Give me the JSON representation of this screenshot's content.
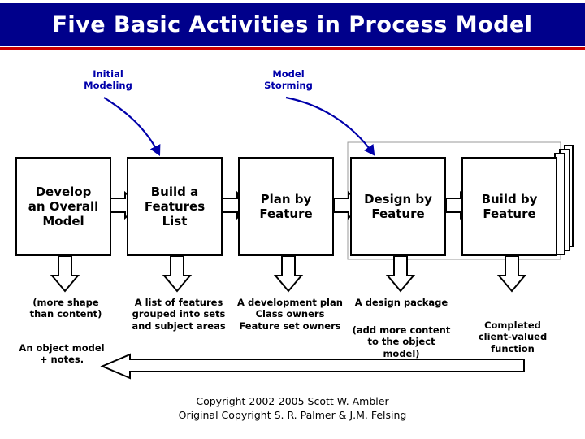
{
  "slide": {
    "title": "Five Basic Activities in Process Model",
    "title_bg": "#00008B",
    "title_color": "#FFFFFF",
    "accent_rule_color": "#CC0000"
  },
  "diagram": {
    "type": "process-flow",
    "activities": [
      {
        "id": "develop-overall-model",
        "label": "Develop\nan Overall\nModel"
      },
      {
        "id": "build-features-list",
        "label": "Build a\nFeatures\nList"
      },
      {
        "id": "plan-by-feature",
        "label": "Plan by\nFeature"
      },
      {
        "id": "design-by-feature",
        "label": "Design by\nFeature"
      },
      {
        "id": "build-by-feature",
        "label": "Build by\nFeature"
      }
    ],
    "outputs": [
      {
        "id": "output-1",
        "label": "(more shape\nthan content)"
      },
      {
        "id": "output-2",
        "label": "A list of features\ngrouped into sets\nand subject areas"
      },
      {
        "id": "output-3",
        "label": "A development plan\nClass owners\nFeature set owners"
      },
      {
        "id": "output-4",
        "label": "A design package"
      },
      {
        "id": "output-4b",
        "label": "(add more content\nto the object\nmodel)"
      },
      {
        "id": "output-5",
        "label": "Completed\nclient-valued\nfunction"
      }
    ],
    "feedback_label": "An object model\n+ notes.",
    "curved_annotations": [
      {
        "id": "initial-modeling",
        "label": "Initial\nModeling",
        "color": "#0000AA"
      },
      {
        "id": "model-storming",
        "label": "Model\nStorming",
        "color": "#0000AA"
      }
    ],
    "copyright_line_1": "Copyright 2002-2005 Scott W. Ambler",
    "copyright_line_2": "Original Copyright S. R. Palmer & J.M. Felsing"
  }
}
